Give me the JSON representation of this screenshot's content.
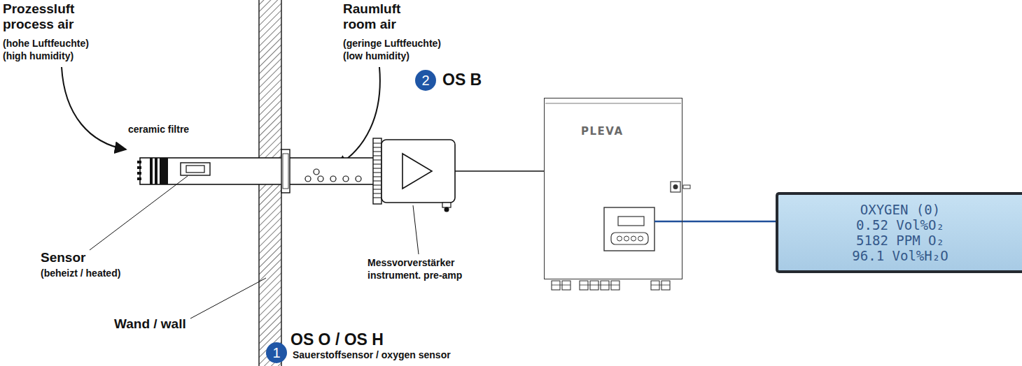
{
  "diagram": {
    "nodes": [
      {
        "text": [
          "PLEVA"
        ]
      },
      {
        "text": [
          "OXYGEN (0)",
          "0.52 Vol%O₂",
          "5182 PPM O₂",
          "96.1 Vol%H₂O"
        ]
      }
    ],
    "edges": [
      {
        "from": 0,
        "to": 1,
        "arrow": "none"
      }
    ],
    "labels": [
      "Prozessluft",
      "process air",
      "(hohe Luftfeuchte)",
      "(high humidity)",
      "ceramic filtre",
      "Raumluft",
      "room air",
      "(geringe Luftfeuchte)",
      "(low humidity)",
      "2",
      "OS B",
      "Sensor",
      "(beheizt / heated)",
      "Wand / wall",
      "Messvorverstärker",
      "instrument. pre-amp",
      "1",
      "OS O / OS H",
      "Sauerstoffsensor / oxygen sensor"
    ]
  }
}
